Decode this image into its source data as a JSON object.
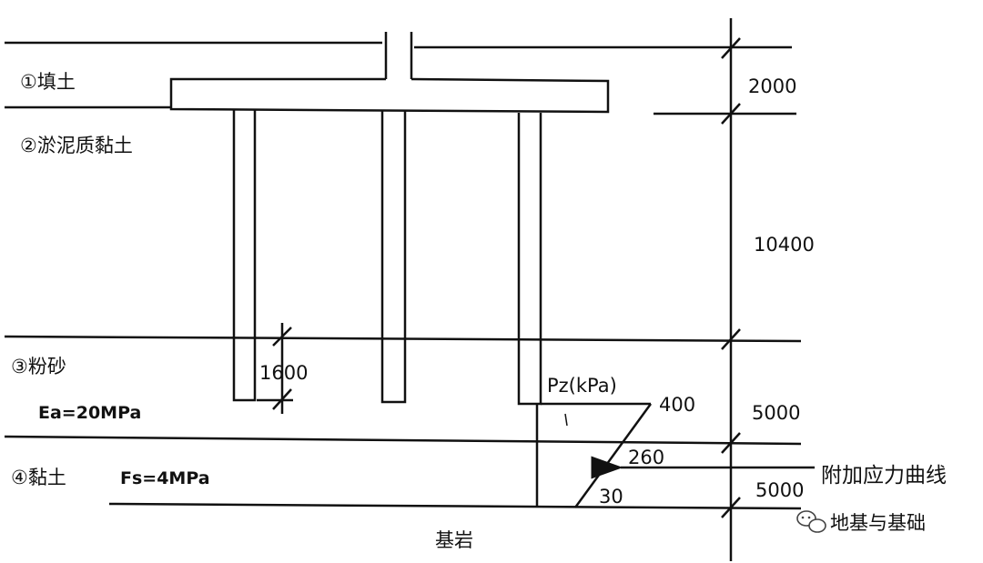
{
  "layers": [
    {
      "label": "①填土"
    },
    {
      "label": "②淤泥质黏土"
    },
    {
      "label": "③粉砂",
      "property": "Ea=20MPa"
    },
    {
      "label": "④黏土",
      "property": "Fs=4MPa"
    }
  ],
  "bedrock": "基岩",
  "dimensions": {
    "d1": "2000",
    "d2": "10400",
    "d3": "5000",
    "d4": "5000",
    "pile_embed": "1600"
  },
  "stress": {
    "axis_label": "Pz(kPa)",
    "values": [
      "400",
      "260",
      "30"
    ],
    "curve_label": "附加应力曲线"
  },
  "watermark": {
    "text": "地基与基础",
    "icon": "wechat-icon"
  }
}
